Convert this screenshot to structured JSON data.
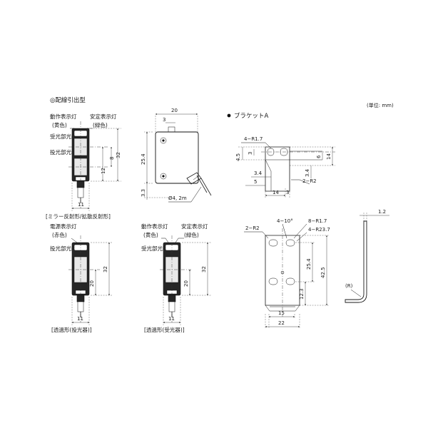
{
  "header": {
    "section_title": "◎配線引出型",
    "unit_note": "(単位: mm)"
  },
  "top_sensor": {
    "lbl_op_indicator": "動作表示灯",
    "lbl_op_color": "(黄色)",
    "lbl_stable_indicator": "安定表示灯",
    "lbl_stable_color": "(緑色)",
    "lbl_receiver_axis": "受光部光軸",
    "lbl_emitter_axis": "投光部光軸",
    "dim_32": "32",
    "dim_12": "12",
    "dim_8": "8",
    "dim_11": "11",
    "caption": "[ミラー反射形/拡散反射形]"
  },
  "side_view": {
    "dim_20": "20",
    "dim_3": "3",
    "dim_25_4": "25.4",
    "dim_3_3": "3.3",
    "cable_label": "Ø4, 2m"
  },
  "bracket": {
    "title": "ブラケットA",
    "dim_4r17": "4−R1.7",
    "dim_4_5": "4.5",
    "dim_3": "3",
    "dim_6": "6",
    "dim_14": "14",
    "dim_3_4_a": "3.4",
    "dim_3_4_b": "3.4",
    "dim_5": "5",
    "dim_14_b": "14",
    "dim_3_b": "3",
    "dim_2r2": "2−R2",
    "front_2r2": "2−R2",
    "front_4_10": "4−10°",
    "front_8r17": "8−R1.7",
    "front_4r237": "4−R23.7",
    "front_25_4": "25.4",
    "front_42_5": "42.5",
    "front_12_3": "12.3",
    "front_15": "15",
    "front_22": "22",
    "profile_1_2": "1.2",
    "profile_r": "(R)"
  },
  "emitter": {
    "lbl_power_indicator": "電源表示灯",
    "lbl_power_color": "(赤色)",
    "lbl_emitter_axis": "投光部光軸",
    "dim_32": "32",
    "dim_20": "20",
    "dim_11": "11",
    "caption": "[透過形(投光器)]"
  },
  "receiver": {
    "lbl_op_indicator": "動作表示灯",
    "lbl_op_color": "(黄色)",
    "lbl_stable_indicator": "安定表示灯",
    "lbl_stable_color": "(緑色)",
    "lbl_receiver_axis": "受光部光軸",
    "dim_32": "32",
    "dim_20": "20",
    "dim_11": "11",
    "caption": "[透過形(受光器)]"
  }
}
